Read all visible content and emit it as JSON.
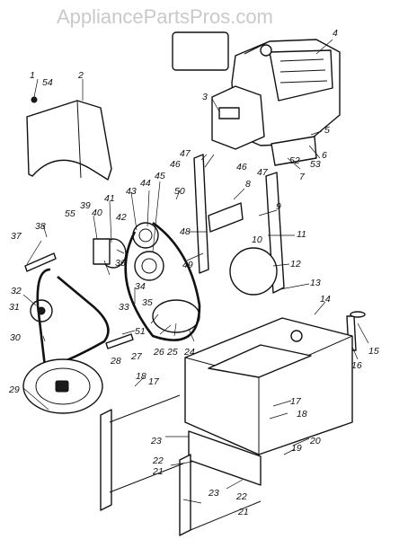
{
  "watermark": "AppliancePartsPros.com",
  "part_labels": [
    "1",
    "54",
    "2",
    "3",
    "4",
    "5",
    "6",
    "7",
    "8",
    "9",
    "10",
    "11",
    "12",
    "13",
    "14",
    "15",
    "16",
    "17",
    "18",
    "19",
    "20",
    "21",
    "22",
    "23",
    "24",
    "25",
    "26",
    "27",
    "28",
    "29",
    "30",
    "31",
    "32",
    "33",
    "34",
    "35",
    "36",
    "37",
    "38",
    "39",
    "40",
    "41",
    "42",
    "43",
    "44",
    "45",
    "46",
    "47",
    "48",
    "49",
    "50",
    "51",
    "52",
    "53",
    "55"
  ]
}
